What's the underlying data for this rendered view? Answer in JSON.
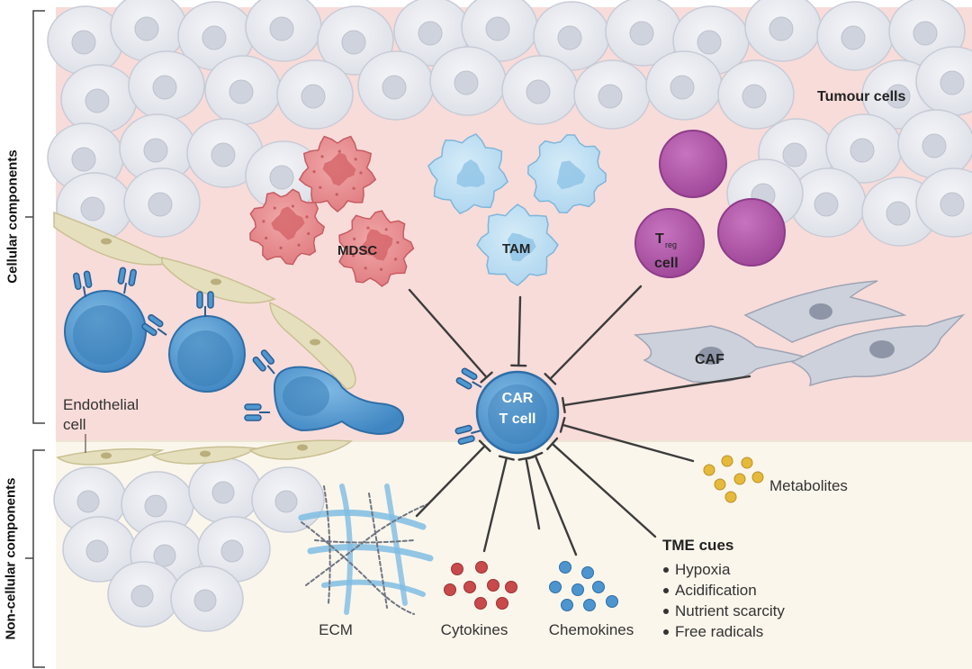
{
  "side_labels": {
    "cellular": "Cellular components",
    "non_cellular": "Non-cellular components"
  },
  "labels": {
    "tumour_cells": "Tumour cells",
    "mdsc": "MDSC",
    "tam": "TAM",
    "treg_main": "T",
    "treg_sub": "reg",
    "treg_cell": "cell",
    "caf": "CAF",
    "car_line1": "CAR",
    "car_line2": "T cell",
    "endothelial_line1": "Endothelial",
    "endothelial_line2": "cell",
    "metabolites": "Metabolites",
    "ecm": "ECM",
    "cytokines": "Cytokines",
    "chemokines": "Chemokines",
    "tme_title": "TME cues"
  },
  "tme_cues": [
    "Hypoxia",
    "Acidification",
    "Nutrient scarcity",
    "Free radicals"
  ],
  "colors": {
    "tumour_fill": "#e6e8ee",
    "tumour_edge": "#c7cbd6",
    "pink_zone": "#f8dcda",
    "cream_zone": "#fbf6ec",
    "mdsc": "#e9878b",
    "tam": "#bfe0f2",
    "treg": "#b55cad",
    "caf": "#c9cdd8",
    "car": "#4f97cf",
    "endothelial": "#e6dfbd",
    "metabolites": "#e6b93a",
    "cytokines": "#c94a4a",
    "chemokines": "#4d95cf",
    "inhibit_line": "#3c3c3c"
  }
}
